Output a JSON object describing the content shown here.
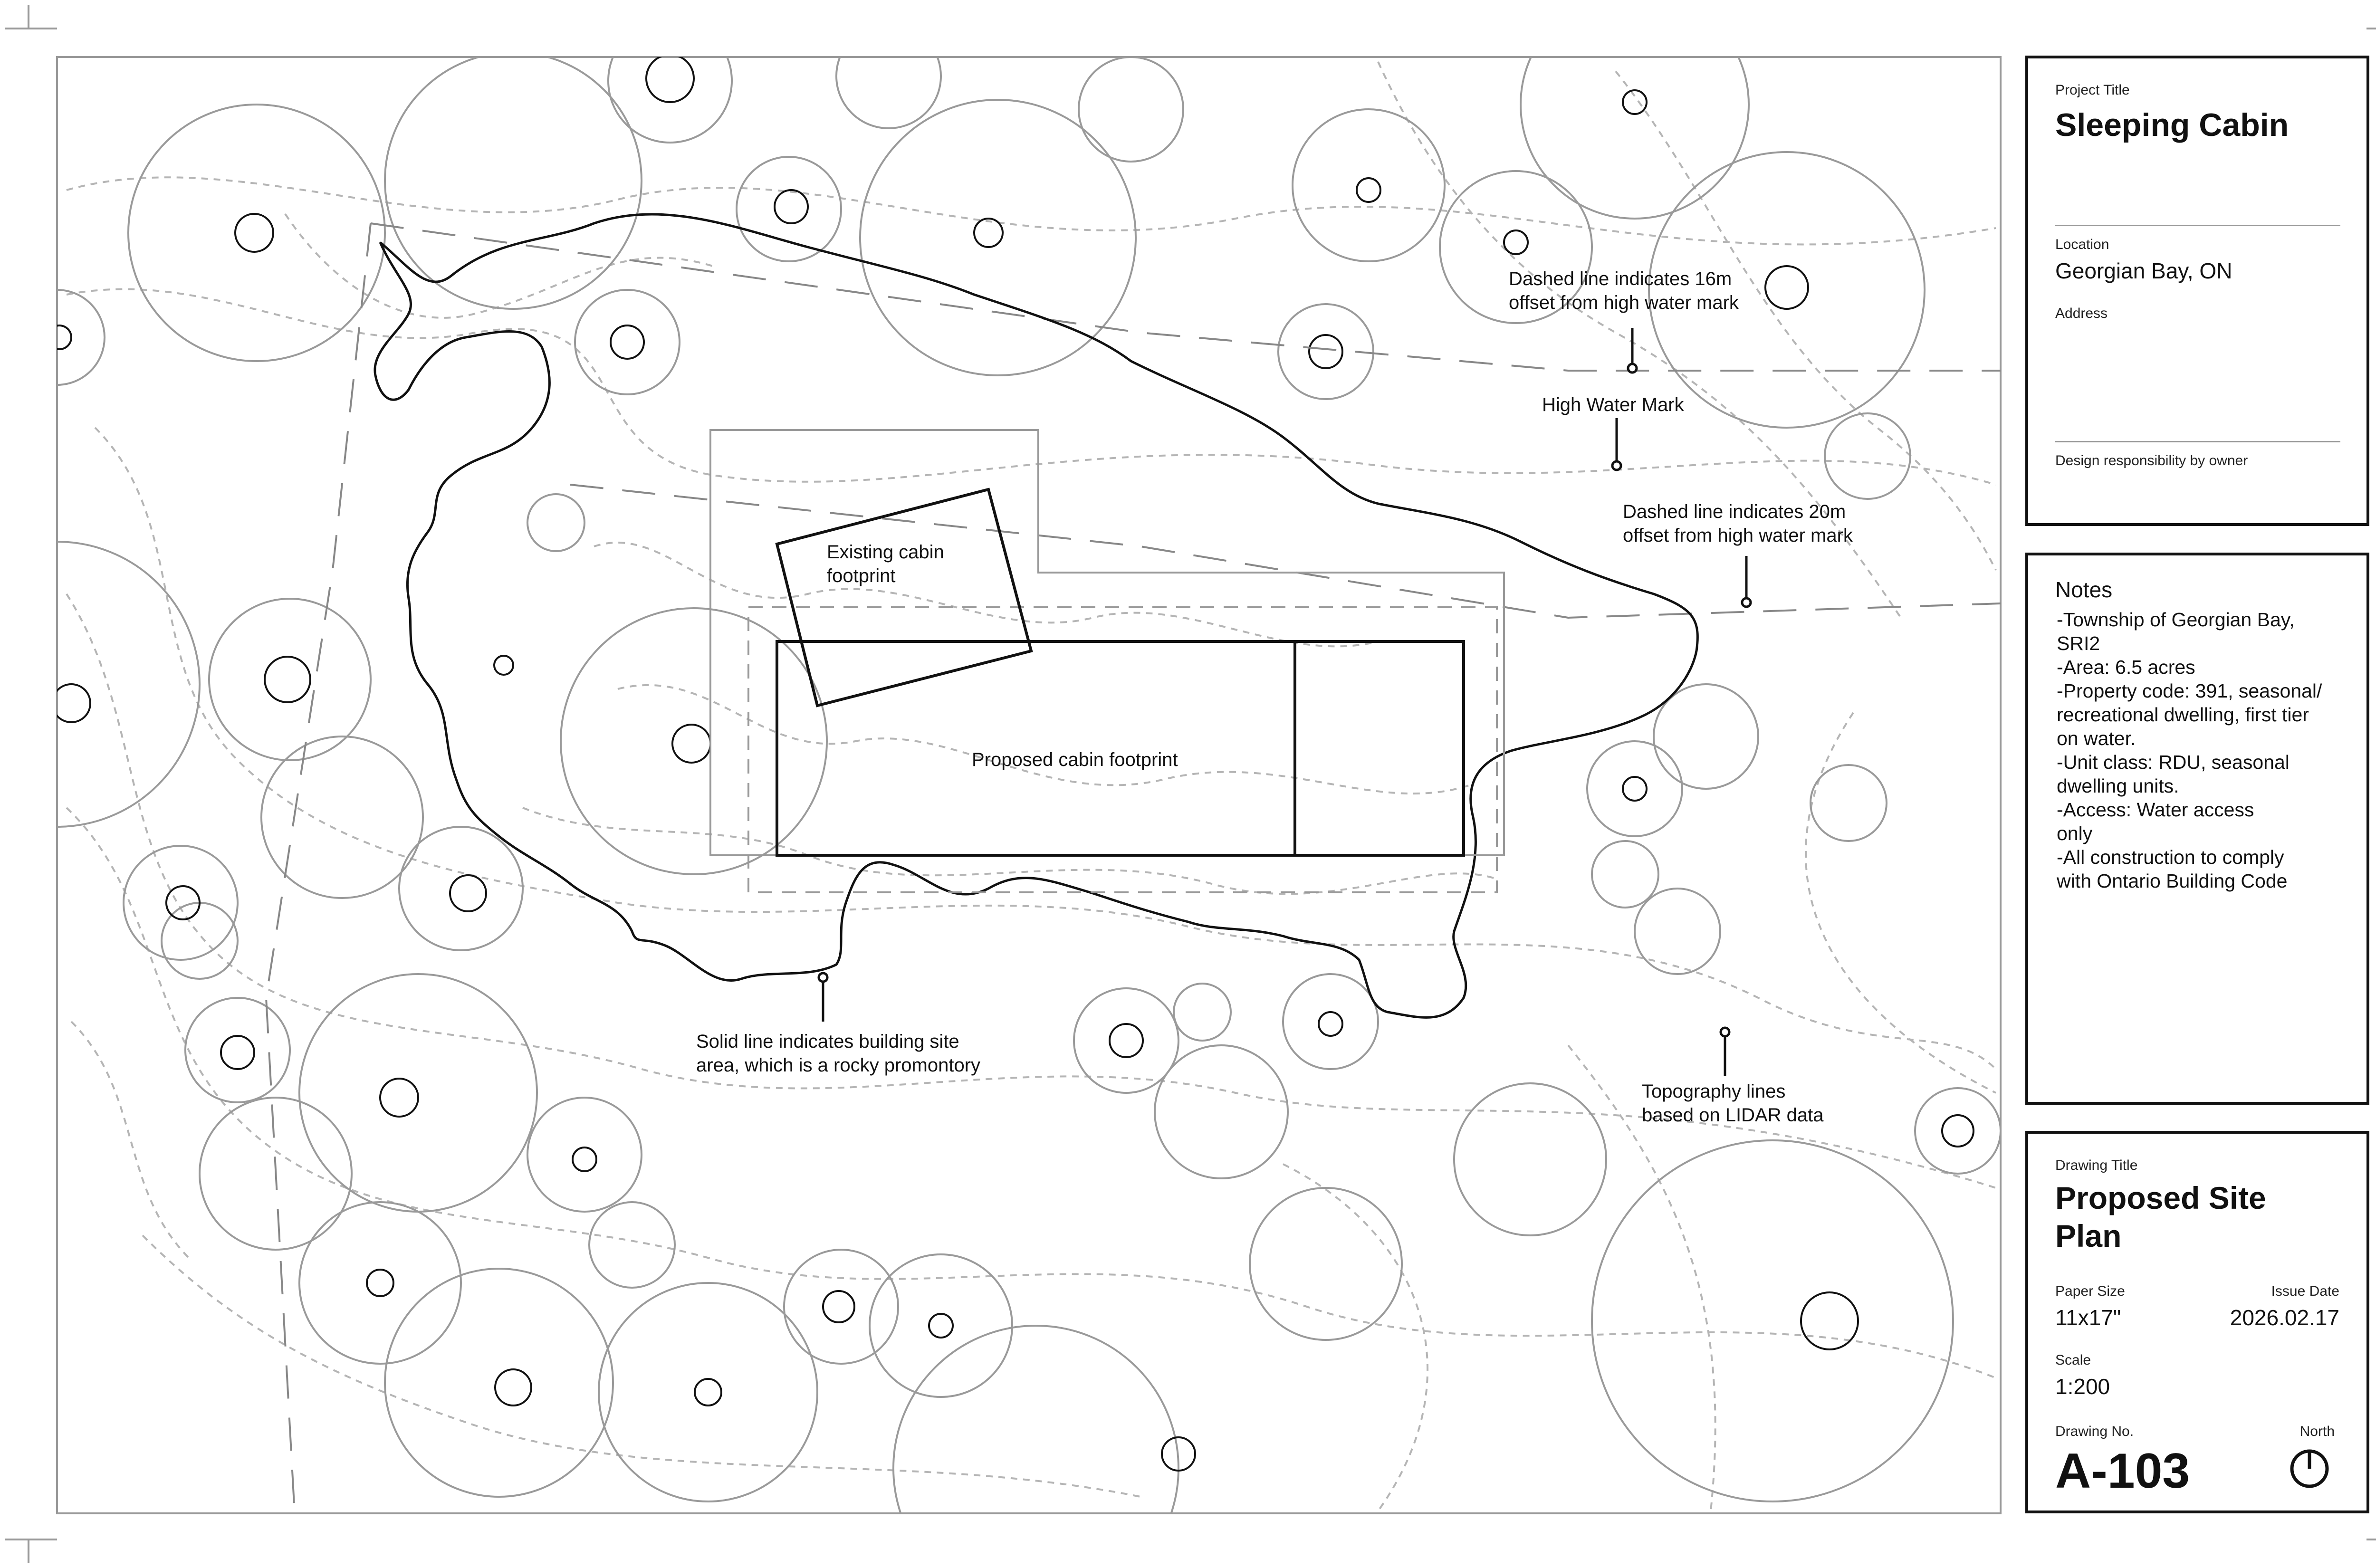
{
  "project": {
    "label": "Project Title",
    "title": "Sleeping Cabin",
    "location_label": "Location",
    "location": "Georgian Bay, ON",
    "address_label": "Address",
    "responsibility": "Design responsibility by owner"
  },
  "notes": {
    "heading": "Notes",
    "body": "-Township of Georgian Bay,\nSRI2\n-Area: 6.5 acres\n-Property code: 391, seasonal/\nrecreational dwelling, first tier\non water.\n-Unit class: RDU, seasonal\ndwelling units.\n-Access: Water access\nonly\n-All construction to comply\nwith Ontario Building Code"
  },
  "drawing_info": {
    "title_label": "Drawing Title",
    "title_line1": "Proposed Site",
    "title_line2": "Plan",
    "paper_size_label": "Paper Size",
    "paper_size": "11x17\"",
    "issue_date_label": "Issue Date",
    "issue_date": "2026.02.17",
    "scale_label": "Scale",
    "scale": "1:200",
    "drawing_no_label": "Drawing No.",
    "drawing_no": "A-103",
    "north_label": "North"
  },
  "annotations": {
    "offset16_line1": "Dashed line indicates 16m",
    "offset16_line2": "offset from high water mark",
    "high_water": "High Water Mark",
    "offset20_line1": "Dashed line indicates 20m",
    "offset20_line2": "offset from high water mark",
    "existing_line1": "Existing cabin",
    "existing_line2": "footprint",
    "proposed": "Proposed cabin footprint",
    "site_line1": "Solid line indicates building site",
    "site_line2": "area, which is a rocky promontory",
    "topo_line1": "Topography lines",
    "topo_line2": "based on LIDAR data"
  },
  "colors": {
    "ink": "#111111",
    "tree": "#9a9a9a",
    "topography": "#b5b5b5"
  }
}
